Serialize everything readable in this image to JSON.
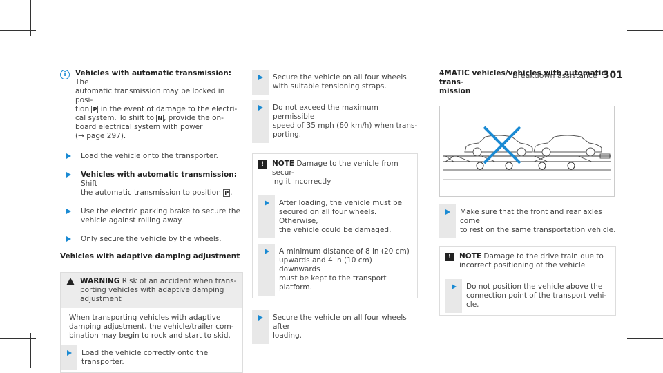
{
  "header": {
    "section": "Breakdown assistance",
    "page": "301"
  },
  "col1": {
    "info_title": "Vehicles with automatic transmission:",
    "info_lines": [
      "The",
      "automatic transmission may be locked in posi-",
      "tion",
      "in the event of damage to the electri-",
      "cal system. To shift to",
      ", provide the on-",
      "board electrical system with power",
      "(→ page 297)."
    ],
    "key_p": "P",
    "key_n": "N",
    "step1": "Load the vehicle onto the transporter.",
    "step2_title": "Vehicles with automatic transmission:",
    "step2_lines": [
      "Shift",
      "the automatic transmission to position",
      "."
    ],
    "step3_lines": [
      "Use the electric parking brake to secure the",
      "vehicle against rolling away."
    ],
    "step4": "Only secure the vehicle by the wheels.",
    "heading": "Vehicles with adaptive damping adjustment",
    "warning_title": "WARNING",
    "warning_lines": [
      "Risk of an accident when trans-",
      "porting vehicles with adaptive damping",
      "adjustment"
    ],
    "warning_body": [
      "When transporting vehicles with adaptive",
      "damping adjustment, the vehicle/trailer com-",
      "bination may begin to rock and start to skid."
    ],
    "warning_step": [
      "Load the vehicle correctly onto the",
      "transporter."
    ]
  },
  "col2": {
    "step1": [
      "Secure the vehicle on all four wheels",
      "with suitable tensioning straps."
    ],
    "step2": [
      "Do not exceed the maximum permissible",
      "speed of 35 mph (60 km/h) when trans-",
      "porting."
    ],
    "note_title": "NOTE",
    "note_lines": [
      "Damage to the vehicle from secur-",
      "ing it incorrectly"
    ],
    "note_step1": [
      "After loading, the vehicle must be",
      "secured on all four wheels. Otherwise,",
      "the vehicle could be damaged."
    ],
    "note_step2": [
      "A minimum distance of 8 in (20 cm)",
      "upwards and 4 in (10 cm) downwards",
      "must be kept to the transport platform."
    ],
    "step3": [
      "Secure the vehicle on all four wheels after",
      "loading."
    ]
  },
  "col3": {
    "heading": [
      "4MATIC vehicles/vehicles with automatic trans-",
      "mission"
    ],
    "step1": [
      "Make sure that the front and rear axles come",
      "to rest on the same transportation vehicle."
    ],
    "note_title": "NOTE",
    "note_lines": [
      "Damage to the drive train due to",
      "incorrect positioning of the vehicle"
    ],
    "note_step": [
      "Do not position the vehicle above the",
      "connection point of the transport vehi-",
      "cle."
    ]
  },
  "colors": {
    "accent": "#1a8ad3",
    "bar": "#e8e8e8"
  }
}
